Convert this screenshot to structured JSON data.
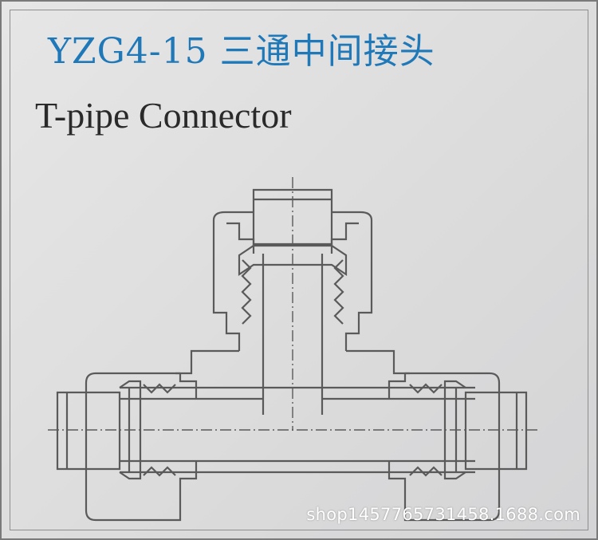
{
  "document": {
    "title": "YZG4-15 三通中间接头",
    "subtitle": "T-pipe Connector",
    "watermark": "shop1457765731458.1688.com"
  },
  "colors": {
    "title": "#1f78b8",
    "subtitle": "#2a2a2a",
    "line": "#5a5a5a",
    "background": "#e0e0e0"
  }
}
